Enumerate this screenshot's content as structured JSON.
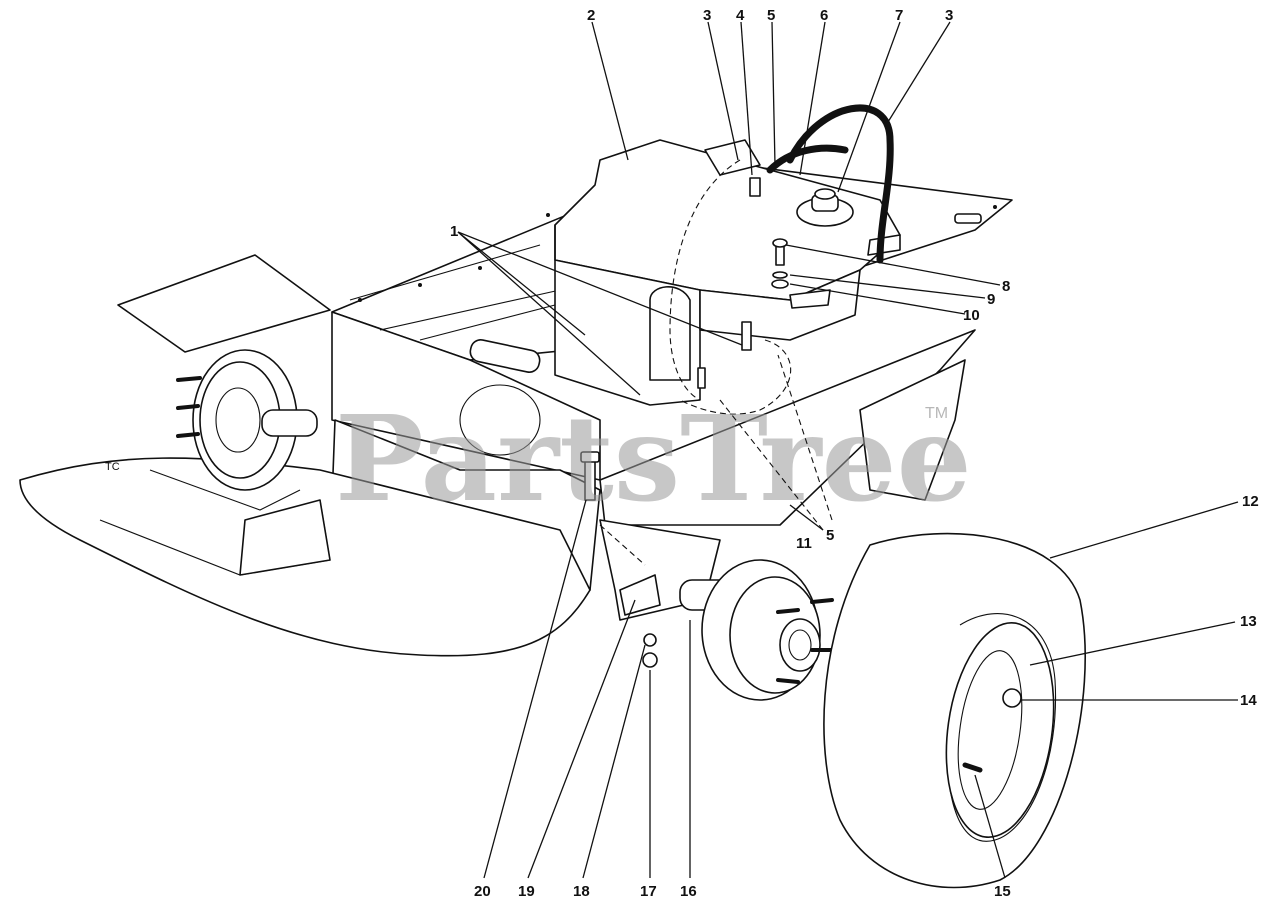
{
  "watermark": {
    "text": "PartsTree",
    "tm": "TM"
  },
  "callouts": [
    {
      "id": "1",
      "text": "1"
    },
    {
      "id": "2",
      "text": "2"
    },
    {
      "id": "3a",
      "text": "3"
    },
    {
      "id": "3b",
      "text": "3"
    },
    {
      "id": "4",
      "text": "4"
    },
    {
      "id": "5a",
      "text": "5"
    },
    {
      "id": "5b",
      "text": "5"
    },
    {
      "id": "6",
      "text": "6"
    },
    {
      "id": "7",
      "text": "7"
    },
    {
      "id": "8",
      "text": "8"
    },
    {
      "id": "9",
      "text": "9"
    },
    {
      "id": "10",
      "text": "10"
    },
    {
      "id": "11",
      "text": "11"
    },
    {
      "id": "12",
      "text": "12"
    },
    {
      "id": "13",
      "text": "13"
    },
    {
      "id": "14",
      "text": "14"
    },
    {
      "id": "15",
      "text": "15"
    },
    {
      "id": "16",
      "text": "16"
    },
    {
      "id": "17",
      "text": "17"
    },
    {
      "id": "18",
      "text": "18"
    },
    {
      "id": "19",
      "text": "19"
    },
    {
      "id": "20",
      "text": "20"
    }
  ]
}
